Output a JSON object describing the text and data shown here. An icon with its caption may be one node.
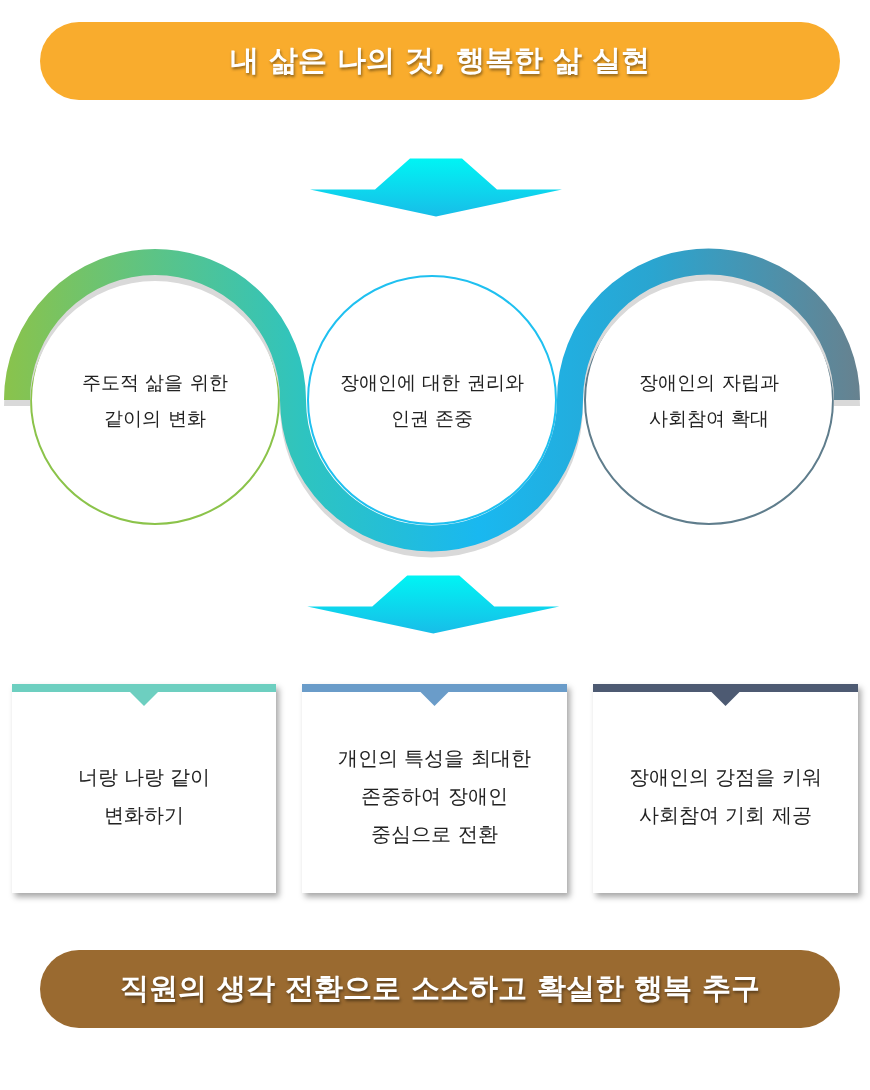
{
  "diagram": {
    "nodes": [
      {
        "text": [
          "내 삶은 나의 것, 행복한 삶 실현"
        ]
      },
      {
        "text": [
          "주도적 삶을 위한 같이의 변화"
        ]
      },
      {
        "text": [
          "장애인에 대한 권리와 인권 존중"
        ]
      },
      {
        "text": [
          "장애인의 자립과 사회참여 확대"
        ]
      },
      {
        "text": [
          "너랑 나랑 같이 변화하기"
        ]
      },
      {
        "text": [
          "개인의 특성을 최대한 존중하여 장애인 중심으로 전환"
        ]
      },
      {
        "text": [
          "장애인의 강점을 키워 사회참여 기회 제공"
        ]
      },
      {
        "text": [
          "직원의 생각 전환으로 소소하고 확실한 행복 추구"
        ]
      }
    ],
    "edges": [
      {
        "from": 0,
        "to": 2,
        "arrow": "to"
      },
      {
        "from": 2,
        "to": 5,
        "arrow": "to"
      }
    ]
  }
}
